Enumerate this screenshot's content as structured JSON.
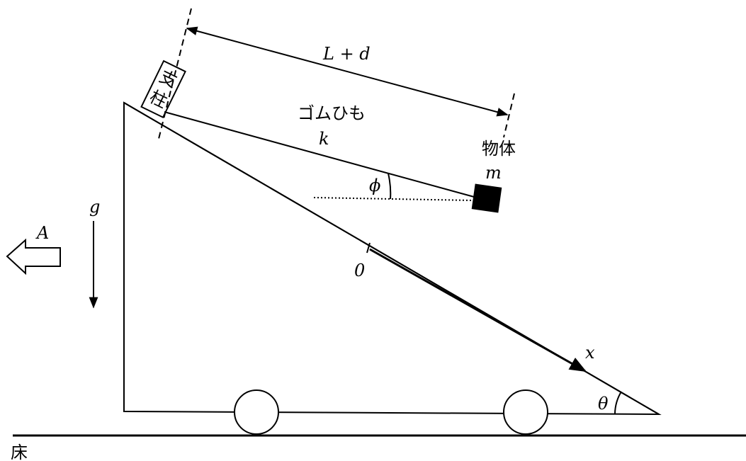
{
  "labels": {
    "length": "L + d",
    "rubber_band": "ゴムひも",
    "spring_constant": "k",
    "object": "物体",
    "mass": "m",
    "angle_phi": "ϕ",
    "gravity": "g",
    "acceleration": "A",
    "origin": "0",
    "axis_x": "x",
    "angle_theta": "θ",
    "floor": "床",
    "post_char_1": "支",
    "post_char_2": "柱"
  },
  "colors": {
    "ink": "#000000",
    "background": "#ffffff"
  }
}
